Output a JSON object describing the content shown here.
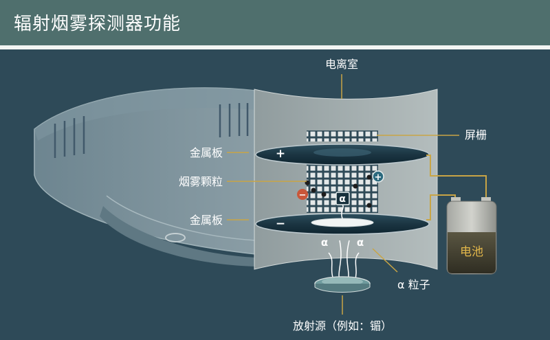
{
  "title": "辐射烟雾探测器功能",
  "labels": {
    "chamber": "电离室",
    "grid": "屏栅",
    "top_plate": "金属板",
    "smoke": "烟雾颗粒",
    "bottom_plate": "金属板",
    "alpha_particle": "α 粒子",
    "source": "放射源（例如：镅）",
    "battery": "电池"
  },
  "symbols": {
    "plus": "+",
    "minus": "−",
    "alpha": "α"
  },
  "colors": {
    "header": "#4f6f6d",
    "background": "#2e4a58",
    "leader": "#c9a545",
    "battery_liquid": "#3f3d2e"
  }
}
